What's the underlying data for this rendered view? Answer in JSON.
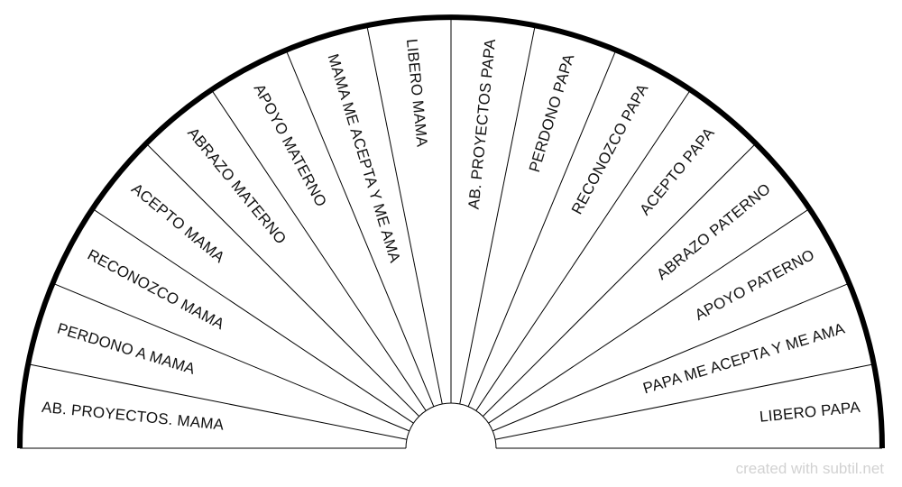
{
  "chart_data": {
    "type": "pie",
    "categories": [
      "AB. PROYECTOS. MAMA",
      "PERDONO A MAMA",
      "RECONOZCO MAMA",
      "ACEPTO MAMA",
      "ABRAZO MATERNO",
      "APOYO MATERNO",
      "MAMA ME ACEPTA Y ME AMA",
      "LIBERO MAMA",
      "AB. PROYECTOS PAPA",
      "PERDONO PAPA",
      "RECONOZCO PAPA",
      "ACEPTO PAPA",
      "ABRAZO PATERNO",
      "APOYO PATERNO",
      "PAPA ME ACEPTA Y ME AMA",
      "LIBERO PAPA"
    ],
    "values": [
      1,
      1,
      1,
      1,
      1,
      1,
      1,
      1,
      1,
      1,
      1,
      1,
      1,
      1,
      1,
      1
    ],
    "arc_degrees": 180,
    "title": "",
    "colors": {
      "outline": "#000000",
      "fill": "#ffffff",
      "label": "#111111"
    }
  },
  "footer": {
    "watermark": "created with subtil.net"
  }
}
